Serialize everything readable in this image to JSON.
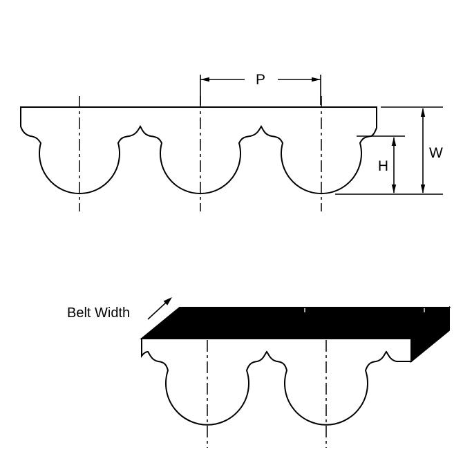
{
  "diagram": {
    "type": "timing-belt-tooth-profile",
    "top_view": {
      "pitch_label": "P",
      "width_label": "W",
      "height_label": "H",
      "tooth_count": 3
    },
    "iso_view": {
      "belt_width_label": "Belt Width",
      "tooth_count": 2
    },
    "colors": {
      "background": "#ffffff",
      "line": "#000000",
      "belt_fill": "#ffffff",
      "top_face_fill": "#000000"
    }
  }
}
